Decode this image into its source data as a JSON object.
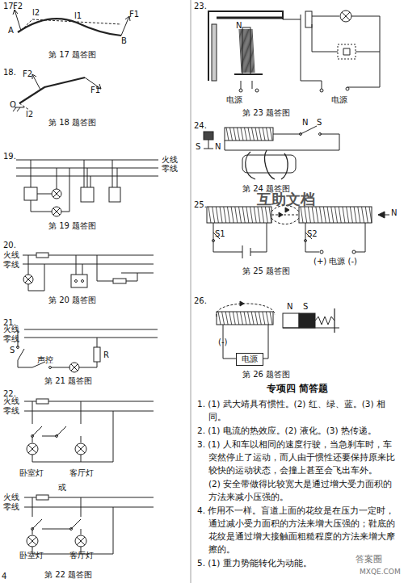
{
  "diagram": {
    "nodes": [
      {
        "text": [
          "电源"
        ]
      }
    ],
    "labels": [
      "17.",
      "F2",
      "l2",
      "l1",
      "F1",
      "A",
      "B",
      "第 17 题答图",
      "18.",
      "F2",
      "O",
      "l2",
      "F1",
      "第 18 题答图",
      "19.",
      "火线",
      "零线",
      "第 19 题答图",
      "20.",
      "火线",
      "零线",
      "第 20 题答图",
      "21.",
      "火线",
      "零线",
      "S",
      "声控",
      "R",
      "第 21 题答图",
      "22.",
      "火线",
      "零线",
      "卧室灯",
      "客厅灯",
      "或",
      "火线",
      "零线",
      "卧室灯",
      "客厅灯",
      "第 22 题答图",
      "23.",
      "N",
      "电源",
      "电源",
      "第 23 题答图",
      "24.",
      "S",
      "N",
      "N",
      "S",
      "第 24 题答图",
      "互助文档",
      "25.",
      "N",
      "S1",
      "S2",
      "(+) 电源 (-)",
      "第 25 题答图",
      "26.",
      "N",
      "S",
      "(-)",
      "第 26 题答图",
      "专项四  简答题",
      "1. (1) 武大靖具有惯性。(2) 红、绿、蓝。(3) 相同。",
      "2. (1) 电流的热效应。(2) 液化。(3) 热传递。",
      "3. (1) 人和车以相同的速度行驶，当急刹车时，车突然停止了运动，而人由于惯性还要保持原来比较快的运动状态，会撞上甚至会飞出车外。",
      "(2) 安全带做得比较宽大是通过增大受力面积的方法来减小压强的。",
      "4. 作用不一样。盲道上面的花纹是在压力一定时，通过减小受力面积的方法来增大压强的；鞋底的花纹是通过增大接触面粗糙程度的方法来增大摩擦的。",
      "5. (1) 重力势能转化为动能。",
      "4",
      "答案圈",
      "MXQE.COM"
    ]
  }
}
